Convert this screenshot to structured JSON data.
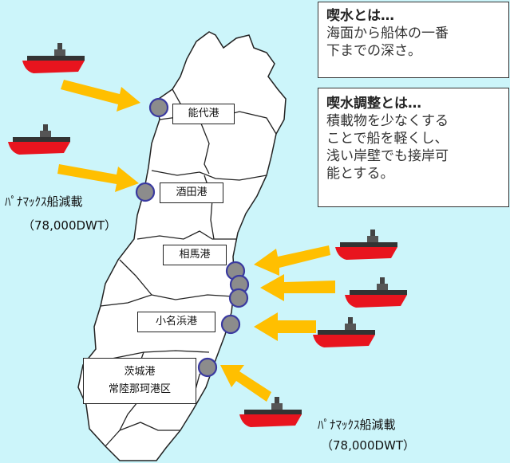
{
  "info_boxes": {
    "draft": {
      "title": "喫水とは…",
      "body": [
        "海面から船体の一番",
        "下までの深さ。"
      ]
    },
    "draft_adjust": {
      "title": "喫水調整とは…",
      "body": [
        "積載物を少なくする",
        "ことで船を軽くし、",
        "浅い岸壁でも接岸可",
        "能とする。"
      ]
    }
  },
  "ports": {
    "noshiro": "能代港",
    "sakata": "酒田港",
    "soma": "相馬港",
    "onahama": "小名浜港",
    "ibaraki_line1": "茨城港",
    "ibaraki_line2": "常陸那珂港区"
  },
  "captions": {
    "west": {
      "line1": "ﾊﾟﾅﾏｯｸｽ船減載",
      "line2": "（78,000DWT）"
    },
    "east": {
      "line1": "ﾊﾟﾅﾏｯｸｽ船減載",
      "line2": "（78,000DWT）"
    }
  },
  "colors": {
    "background": "#ccf5fa",
    "arrow": "#ffbf00",
    "port_marker_fill": "#8c8c8c",
    "port_marker_stroke": "#3a3aa0",
    "ship_hull": "#e8141e",
    "ship_deck": "#333333"
  }
}
